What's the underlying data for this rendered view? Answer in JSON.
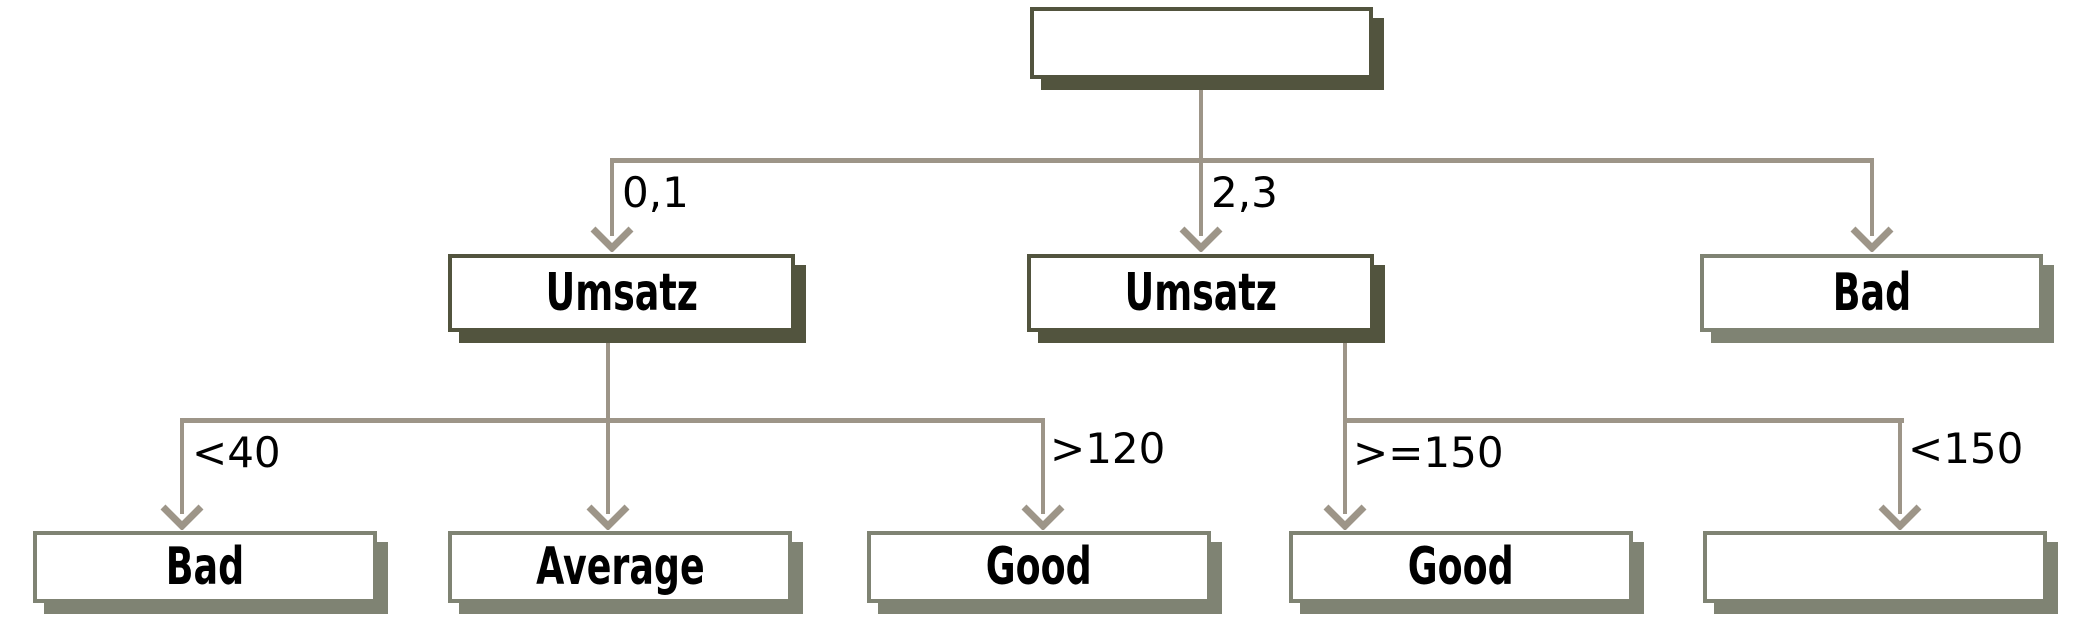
{
  "diagram": {
    "type": "decision-tree",
    "background": "#ffffff",
    "colors": {
      "decision_node_border": "#52543e",
      "leaf_node_border": "#7f8373",
      "edge_line": "#9d9588",
      "label_text": "#000000",
      "node_fill": "#ffffff"
    },
    "nodes": [
      {
        "id": "root",
        "label": "",
        "role": "decision-root"
      },
      {
        "id": "umsatz-left",
        "label": "Umsatz",
        "role": "decision"
      },
      {
        "id": "umsatz-mid",
        "label": "Umsatz",
        "role": "decision"
      },
      {
        "id": "bad-right",
        "label": "Bad",
        "role": "leaf"
      },
      {
        "id": "leaf-bad",
        "label": "Bad",
        "role": "leaf"
      },
      {
        "id": "leaf-average",
        "label": "Average",
        "role": "leaf"
      },
      {
        "id": "leaf-good-1",
        "label": "Good",
        "role": "leaf"
      },
      {
        "id": "leaf-good-2",
        "label": "Good",
        "role": "leaf"
      },
      {
        "id": "leaf-empty",
        "label": "",
        "role": "leaf"
      }
    ],
    "edges": [
      {
        "from": "root",
        "to": "umsatz-left",
        "label": "0,1"
      },
      {
        "from": "root",
        "to": "umsatz-mid",
        "label": "2,3"
      },
      {
        "from": "root",
        "to": "bad-right",
        "label": ""
      },
      {
        "from": "umsatz-left",
        "to": "leaf-bad",
        "label": "<40"
      },
      {
        "from": "umsatz-left",
        "to": "leaf-average",
        "label": ""
      },
      {
        "from": "umsatz-left",
        "to": "leaf-good-1",
        "label": ">120"
      },
      {
        "from": "umsatz-mid",
        "to": "leaf-good-2",
        "label": ">=150"
      },
      {
        "from": "umsatz-mid",
        "to": "leaf-empty",
        "label": "<150"
      }
    ]
  }
}
